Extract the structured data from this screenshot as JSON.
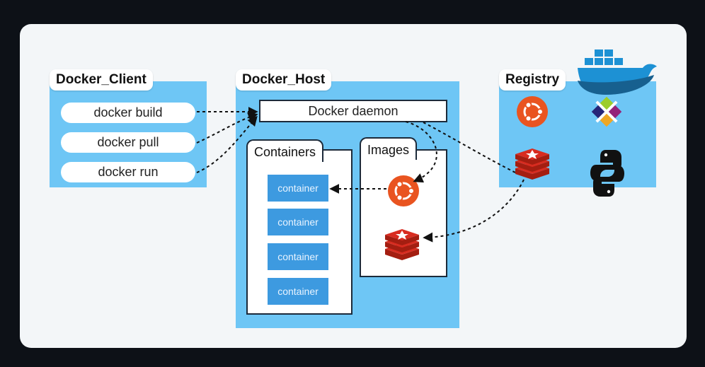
{
  "client": {
    "title": "Docker_Client",
    "commands": [
      "docker build",
      "docker pull",
      "docker run"
    ]
  },
  "host": {
    "title": "Docker_Host",
    "daemon": "Docker daemon",
    "containers_title": "Containers",
    "images_title": "Images",
    "containers": [
      "container",
      "container",
      "container",
      "container"
    ]
  },
  "registry": {
    "title": "Registry",
    "icons": [
      "ubuntu-icon",
      "centos-icon",
      "redis-icon",
      "python-icon"
    ]
  },
  "colors": {
    "panel": "#6ec6f5",
    "container": "#3d9ae0",
    "ubuntu": "#e95420",
    "redis": "#d82c20",
    "docker_whale": "#1d91d4"
  }
}
